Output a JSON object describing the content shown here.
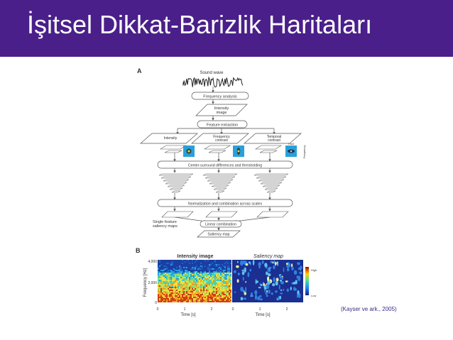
{
  "slide": {
    "title": "İşitsel Dikkat-Barizlik Haritaları",
    "citation": "(Kayser ve ark., 2005)"
  },
  "panel_a": {
    "label": "A",
    "sound_wave": "Sound wave",
    "frequency_analysis": "Frequency analysis",
    "intensity_image_1": "Intensity",
    "intensity_image_2": "image",
    "feature_extraction": "Feature extraction",
    "intensity": "Intensity",
    "frequency_contrast_1": "Frequency",
    "frequency_contrast_2": "contrast",
    "temporal_contrast_1": "Temporal",
    "temporal_contrast_2": "contrast",
    "time_label": "Time",
    "frequency_label": "Frequency",
    "center_surround": "Center-surround differences and thresholding",
    "normalization": "Normalization and combination across scales",
    "single_feature_1": "Single feature",
    "single_feature_2": "saliency maps",
    "linear_combination": "Linear combination",
    "saliency_map": "Saliency map"
  },
  "panel_b": {
    "label": "B",
    "intensity_image_title": "Intensity image",
    "saliency_map_title": "Saliency map",
    "ylabel": "Frequency [Hz]",
    "yticks": [
      "4,000",
      "2,000",
      "0"
    ],
    "xticks_left": [
      "0",
      "1",
      "2"
    ],
    "xticks_right": [
      "0",
      "1",
      "2"
    ],
    "xlabel_left": "Time [s]",
    "xlabel_right": "Time [s]",
    "colorbar_high": "High",
    "colorbar_low": "Low"
  },
  "colors": {
    "title_bar": "#4a1f8a",
    "line": "#555555",
    "box_fill": "#ffffff",
    "map_blue": "#2aa0d8",
    "spectro_bg": "#1a3fa0",
    "citation": "#3a2a8a"
  }
}
